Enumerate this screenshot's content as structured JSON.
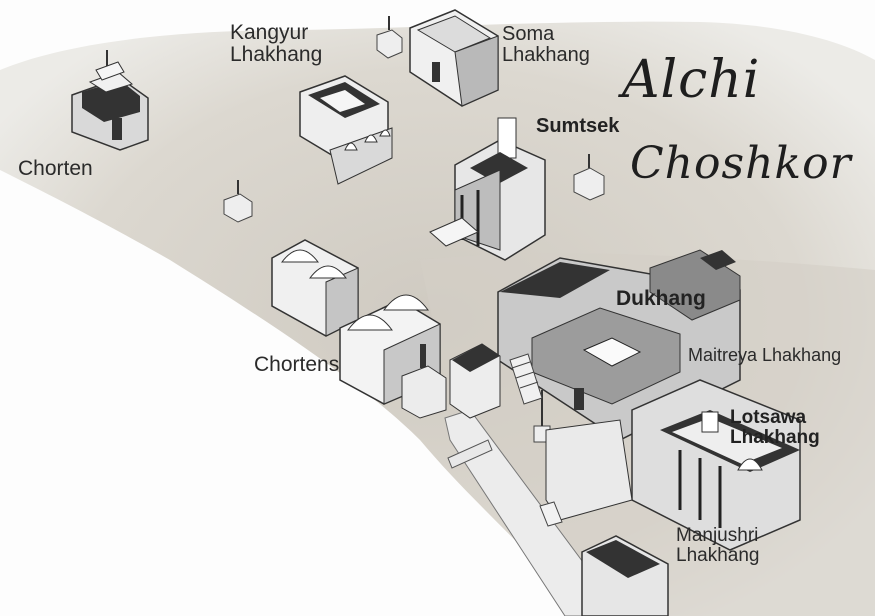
{
  "title": {
    "line1": "Alchi",
    "line2": "Choshkor"
  },
  "labels": {
    "kangyur": {
      "line1": "Kangyur",
      "line2": "Lhakhang"
    },
    "soma": {
      "line1": "Soma",
      "line2": "Lhakhang"
    },
    "chorten": "Chorten",
    "sumtsek": "Sumtsek",
    "chortens": "Chortens",
    "dukhang": "Dukhang",
    "maitreya": "Maitreya Lhakhang",
    "lotsawa": {
      "line1": "Lotsawa",
      "line2": "Lhakhang"
    },
    "manjushri": {
      "line1": "Manjushri",
      "line2": "Lhakhang"
    }
  },
  "colors": {
    "paper": "#fdfdfd",
    "ground": "#d8d4cc",
    "roof_dark": "#333333",
    "wall_light": "#f2f2f2",
    "wall_mid": "#c9c9c9",
    "wall_shade": "#9a9a9a"
  }
}
